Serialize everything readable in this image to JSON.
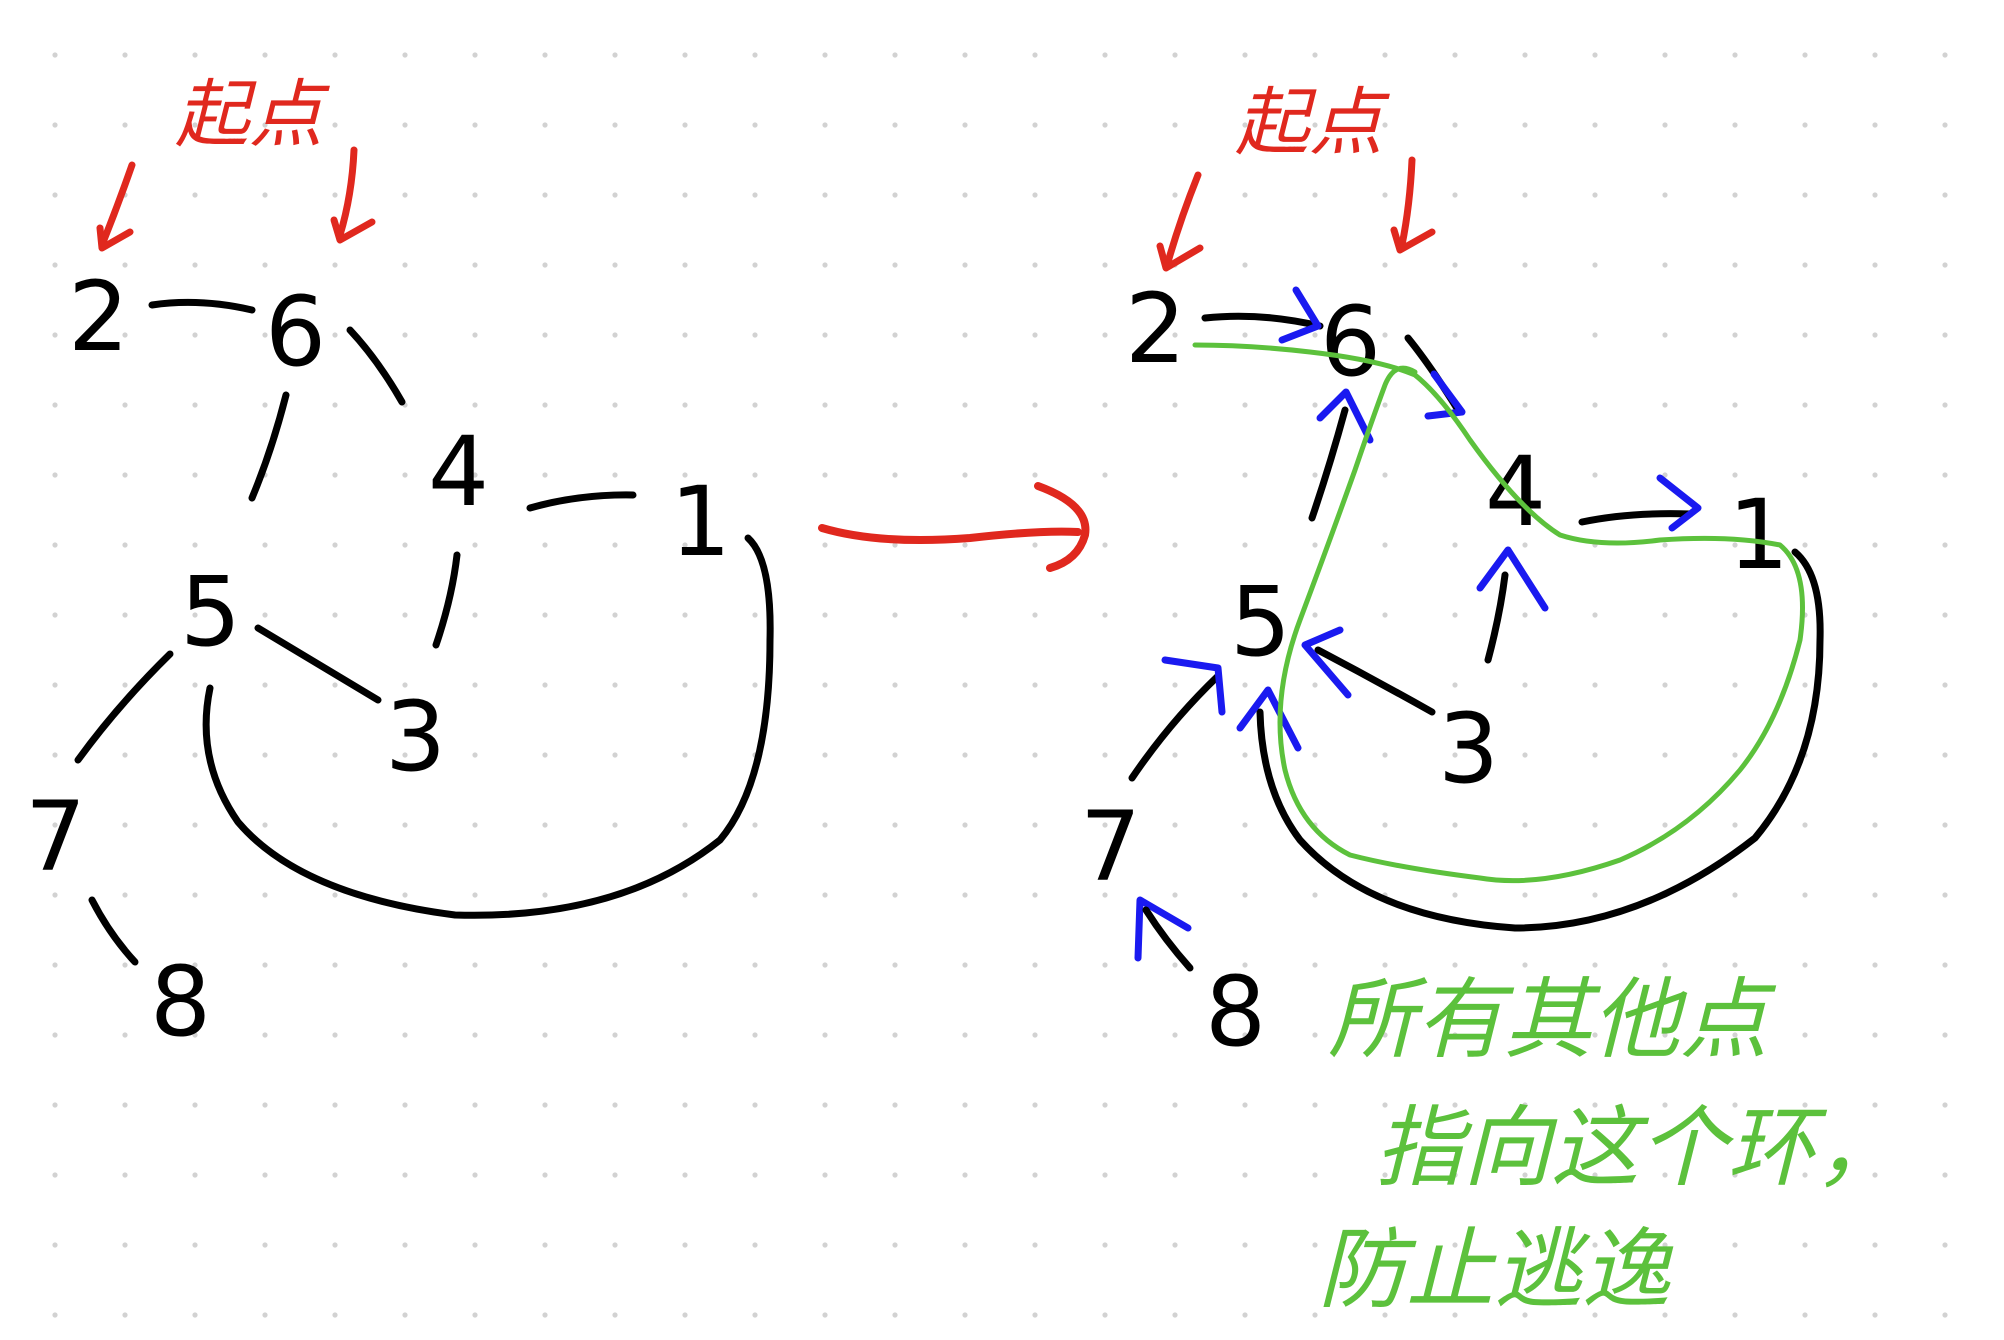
{
  "colors": {
    "ink": "#000000",
    "start_marker": "#e0281e",
    "direction": "#1a1af0",
    "cycle": "#5cc13c",
    "grid_dot": "#d2d2d2"
  },
  "left_graph": {
    "start_label": "起点",
    "nodes": [
      "2",
      "6",
      "4",
      "1",
      "5",
      "3",
      "7",
      "8"
    ]
  },
  "right_graph": {
    "start_label": "起点",
    "nodes": [
      "2",
      "6",
      "4",
      "1",
      "5",
      "3",
      "7",
      "8"
    ],
    "note_lines": [
      "所有其他点",
      "指向这个环，",
      "防止逃逸"
    ]
  }
}
